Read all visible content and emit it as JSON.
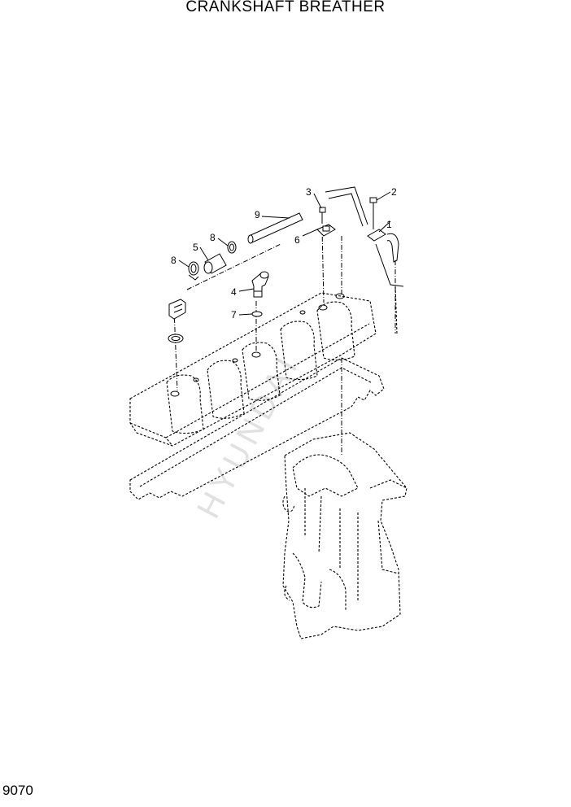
{
  "header": {
    "title": "CRANKSHAFT BREATHER"
  },
  "footer": {
    "page_code": "9070"
  },
  "callouts": [
    "1",
    "2",
    "3",
    "4",
    "5",
    "6",
    "7",
    "8",
    "8",
    "9"
  ]
}
